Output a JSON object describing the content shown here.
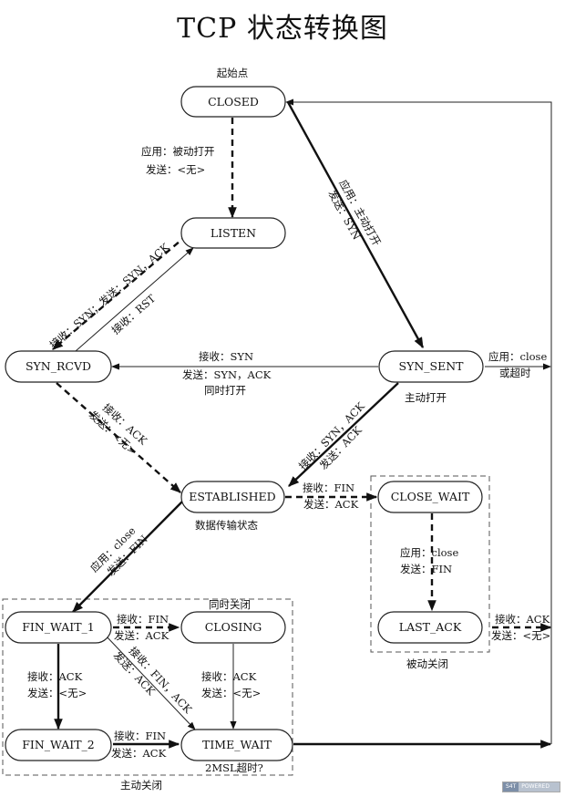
{
  "title": "TCP 状态转换图",
  "states": {
    "closed": "CLOSED",
    "listen": "LISTEN",
    "syn_rcvd": "SYN_RCVD",
    "syn_sent": "SYN_SENT",
    "established": "ESTABLISHED",
    "close_wait": "CLOSE_WAIT",
    "last_ack": "LAST_ACK",
    "fin_wait_1": "FIN_WAIT_1",
    "fin_wait_2": "FIN_WAIT_2",
    "closing": "CLOSING",
    "time_wait": "TIME_WAIT"
  },
  "notes": {
    "start_point": "起始点",
    "closed_listen_1": "应用：被动打开",
    "closed_listen_2": "发送：<无>",
    "closed_synsent_1": "应用：主动打开",
    "closed_synsent_2": "发送：SYN",
    "listen_synrcvd_1": "接收：SYN；发送：SYN，ACK",
    "synrcvd_listen_1": "接收：RST",
    "synsent_synrcvd_1": "接收：SYN",
    "synsent_synrcvd_2": "发送：SYN，ACK",
    "synsent_synrcvd_3": "同时打开",
    "synsent_close_1": "应用：close",
    "synsent_close_2": "或超时",
    "active_open": "主动打开",
    "synsent_est_1": "接收：SYN，ACK",
    "synsent_est_2": "发送：ACK",
    "synrcvd_est_1": "接收：ACK",
    "synrcvd_est_2": "发送：<无>",
    "est_closewait_1": "接收：FIN",
    "est_closewait_2": "发送：ACK",
    "data_transfer": "数据传输状态",
    "est_finwait1_1": "应用：close",
    "est_finwait1_2": "发送：FIN",
    "closewait_lastack_1": "应用：close",
    "closewait_lastack_2": "发送：FIN",
    "lastack_closed_1": "接收：ACK",
    "lastack_closed_2": "发送：<无>",
    "passive_close": "被动关闭",
    "simultaneous_close": "同时关闭",
    "finwait1_closing_1": "接收：FIN",
    "finwait1_closing_2": "发送：ACK",
    "finwait1_timewait_1": "接收：FIN，ACK",
    "finwait1_timewait_2": "发送：ACK",
    "finwait1_finwait2_1": "接收：ACK",
    "finwait1_finwait2_2": "发送：<无>",
    "closing_timewait_1": "接收：ACK",
    "closing_timewait_2": "发送：<无>",
    "finwait2_timewait_1": "接收：FIN",
    "finwait2_timewait_2": "发送：ACK",
    "timeout_2msl": "2MSL超时?",
    "active_close": "主动关闭"
  },
  "badge": {
    "left": "S4T",
    "right": "POWERED"
  }
}
